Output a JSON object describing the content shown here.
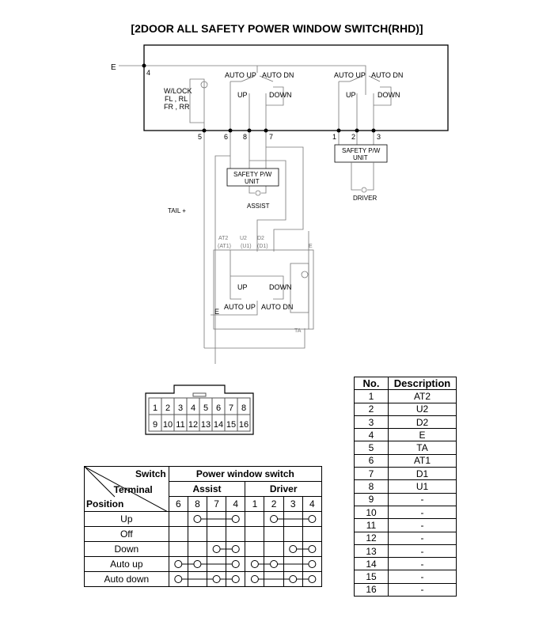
{
  "title": "[2DOOR ALL SAFETY POWER WINDOW SWITCH(RHD)]",
  "schematic": {
    "ground_label": "E",
    "terminal_4": "4",
    "wlock_label": [
      "W/LOCK",
      "FL , RL",
      "FR , RR"
    ],
    "auto_up": "AUTO UP",
    "auto_dn": "AUTO DN",
    "up": "UP",
    "down": "DOWN",
    "terminals": [
      "5",
      "6",
      "8",
      "7",
      "1",
      "2",
      "3"
    ],
    "safety_unit": [
      "SAFETY P/W",
      "UNIT"
    ],
    "driver": "DRIVER",
    "assist": "ASSIST",
    "tail": "TAIL +",
    "sub_terminals": [
      "AT2",
      "U2",
      "D2"
    ],
    "sub_terminals_alt": [
      "(AT1)",
      "(U1)",
      "(D1)"
    ],
    "ground_e": "E",
    "ta": "TA"
  },
  "connector": {
    "pins_top": [
      "1",
      "2",
      "3",
      "4",
      "5",
      "6",
      "7",
      "8"
    ],
    "pins_bottom": [
      "9",
      "10",
      "11",
      "12",
      "13",
      "14",
      "15",
      "16"
    ]
  },
  "switch_table": {
    "switch_label": "Switch",
    "terminal_label": "Terminal",
    "position_label": "Position",
    "title": "Power window switch",
    "groups": [
      "Assist",
      "Driver"
    ],
    "terminals": [
      "6",
      "8",
      "7",
      "4",
      "1",
      "2",
      "3",
      "4"
    ],
    "rows": [
      {
        "label": "Up",
        "connected": [
          [
            1,
            3
          ],
          [
            5,
            7
          ]
        ]
      },
      {
        "label": "Off",
        "connected": []
      },
      {
        "label": "Down",
        "connected": [
          [
            2,
            3
          ],
          [
            6,
            7
          ]
        ]
      },
      {
        "label": "Auto up",
        "connected": [
          [
            0,
            1,
            3
          ],
          [
            4,
            5,
            7
          ]
        ]
      },
      {
        "label": "Auto down",
        "connected": [
          [
            0,
            2,
            3
          ],
          [
            4,
            6,
            7
          ]
        ]
      }
    ]
  },
  "desc_table": {
    "headers": [
      "No.",
      "Description"
    ],
    "rows": [
      [
        "1",
        "AT2"
      ],
      [
        "2",
        "U2"
      ],
      [
        "3",
        "D2"
      ],
      [
        "4",
        "E"
      ],
      [
        "5",
        "TA"
      ],
      [
        "6",
        "AT1"
      ],
      [
        "7",
        "D1"
      ],
      [
        "8",
        "U1"
      ],
      [
        "9",
        "-"
      ],
      [
        "10",
        "-"
      ],
      [
        "11",
        "-"
      ],
      [
        "12",
        "-"
      ],
      [
        "13",
        "-"
      ],
      [
        "14",
        "-"
      ],
      [
        "15",
        "-"
      ],
      [
        "16",
        "-"
      ]
    ]
  }
}
